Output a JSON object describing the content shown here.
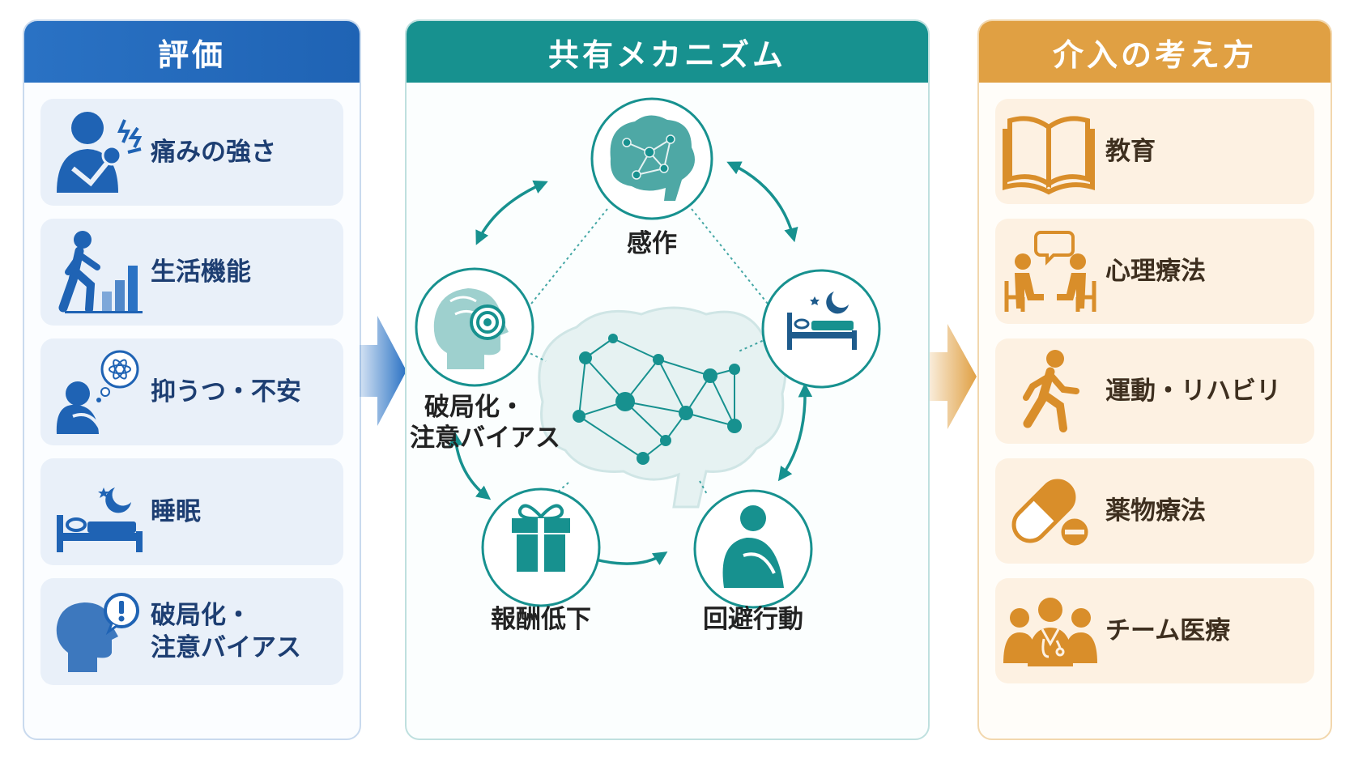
{
  "assessment": {
    "title": "評価",
    "items": [
      {
        "label": "痛みの強さ",
        "icon": "pain-icon"
      },
      {
        "label": "生活機能",
        "icon": "walking-stairs-icon"
      },
      {
        "label": "抑うつ・不安",
        "icon": "depressed-person-icon"
      },
      {
        "label": "睡眠",
        "icon": "bed-moon-icon"
      },
      {
        "label": "破局化・",
        "label2": "注意バイアス",
        "icon": "head-alert-icon"
      }
    ]
  },
  "mechanism": {
    "title": "共有メカニズム",
    "nodes": [
      {
        "label": "感作",
        "icon": "brain-network-icon"
      },
      {
        "label": "",
        "icon": "bed-moon-icon"
      },
      {
        "label": "回避行動",
        "icon": "crouching-person-icon"
      },
      {
        "label": "報酬低下",
        "icon": "gift-icon"
      },
      {
        "label": "破局化・",
        "label2": "注意バイアス",
        "icon": "head-target-icon"
      }
    ]
  },
  "intervention": {
    "title": "介入の考え方",
    "items": [
      {
        "label": "教育",
        "icon": "book-icon"
      },
      {
        "label": "心理療法",
        "icon": "counseling-icon"
      },
      {
        "label": "運動・リハビリ",
        "icon": "running-icon"
      },
      {
        "label": "薬物療法",
        "icon": "pill-icon"
      },
      {
        "label": "チーム医療",
        "icon": "team-icon"
      }
    ]
  },
  "colors": {
    "blue": "#1f63b4",
    "teal": "#17918f",
    "orange": "#e0a043"
  }
}
